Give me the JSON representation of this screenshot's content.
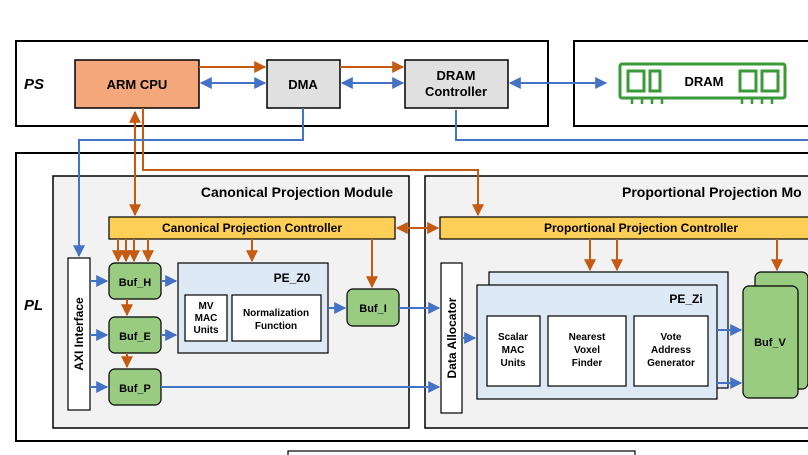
{
  "regions": {
    "ps": "PS",
    "pl": "PL"
  },
  "ps_blocks": {
    "arm_cpu": "ARM CPU",
    "dma": "DMA",
    "dram_controller_line1": "DRAM",
    "dram_controller_line2": "Controller",
    "dram": "DRAM"
  },
  "canonical_module": {
    "title": "Canonical Projection Module",
    "controller": "Canonical Projection Controller",
    "axi_interface": "AXI Interface",
    "buf_h": "Buf_H",
    "buf_e": "Buf_E",
    "buf_p": "Buf_P",
    "pe_title": "PE_Z0",
    "mv_mac_line1": "MV",
    "mv_mac_line2": "MAC",
    "mv_mac_line3": "Units",
    "norm_line1": "Normalization",
    "norm_line2": "Function",
    "buf_i": "Buf_I"
  },
  "proportional_module": {
    "title": "Proportional Projection Mo",
    "controller": "Proportional Projection Controller",
    "data_allocator": "Data Allocator",
    "pe_title": "PE_Zi",
    "scalar_line1": "Scalar",
    "scalar_line2": "MAC",
    "scalar_line3": "Units",
    "nearest_line1": "Nearest",
    "nearest_line2": "Voxel",
    "nearest_line3": "Finder",
    "vote_line1": "Vote",
    "vote_line2": "Address",
    "vote_line3": "Generator",
    "buf_v": "Buf_V"
  },
  "colors": {
    "arm_fill": "#f4a77a",
    "gray_fill": "#e0e0e0",
    "controller_fill": "#fdcf56",
    "buffer_fill": "#99cc80",
    "pe_fill": "#dde9f5",
    "module_fill": "#f2f2f2",
    "blue_arrow": "#4472c4",
    "orange_arrow": "#c55a11",
    "dram_green": "#3a9a3a"
  }
}
